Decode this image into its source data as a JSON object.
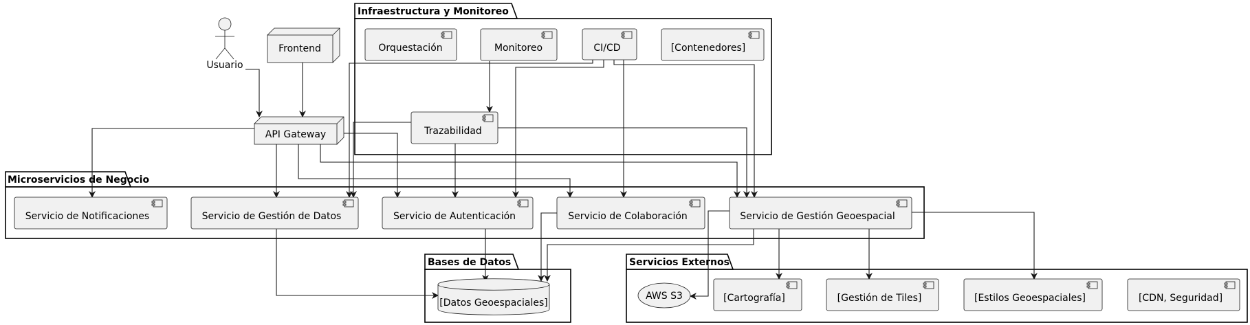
{
  "packages": {
    "infra": "Infraestructura y Monitoreo",
    "micro": "Microservicios de Negocio",
    "db": "Bases de Datos",
    "ext": "Servicios Externos"
  },
  "actors": {
    "usuario": "Usuario"
  },
  "nodes": {
    "frontend": "Frontend",
    "gateway": "API Gateway"
  },
  "infra": {
    "orquestacion": "Orquestación",
    "monitoreo": "Monitoreo",
    "cicd": "CI/CD",
    "contenedores": "[Contenedores]",
    "trazabilidad": "Trazabilidad"
  },
  "micro": {
    "notificaciones": "Servicio de Notificaciones",
    "datos": "Servicio de Gestión de Datos",
    "autenticacion": "Servicio de Autenticación",
    "colaboracion": "Servicio de Colaboración",
    "geoespacial": "Servicio de Gestión Geoespacial"
  },
  "db": {
    "geodatos": "[Datos Geoespaciales]"
  },
  "ext": {
    "s3": "AWS S3",
    "cartografia": "[Cartografía]",
    "tiles": "[Gestión de Tiles]",
    "estilos": "[Estilos Geoespaciales]",
    "cdn": "[CDN, Seguridad]"
  }
}
